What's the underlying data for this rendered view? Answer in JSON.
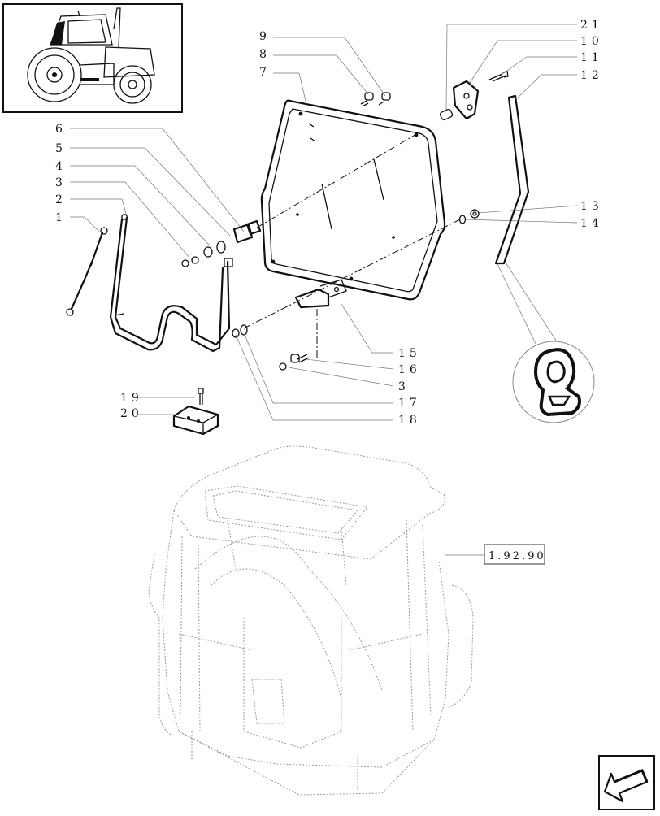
{
  "callouts": {
    "c1": "1",
    "c2": "2",
    "c3a": "3",
    "c4": "4",
    "c5": "5",
    "c6": "6",
    "c7": "7",
    "c8": "8",
    "c9": "9",
    "c10": "10",
    "c11": "11",
    "c12": "12",
    "c13": "13",
    "c14": "14",
    "c15": "15",
    "c16": "16",
    "c3b": "3",
    "c17": "17",
    "c18": "18",
    "c19": "19",
    "c20": "20",
    "c21": "21"
  },
  "reference_box": {
    "label": "1.92.90"
  },
  "icons": {
    "thumbnail": "tractor-thumbnail-icon",
    "nav": "navigate-back-arrow-icon",
    "section_detail": "seal-profile-detail-icon"
  }
}
